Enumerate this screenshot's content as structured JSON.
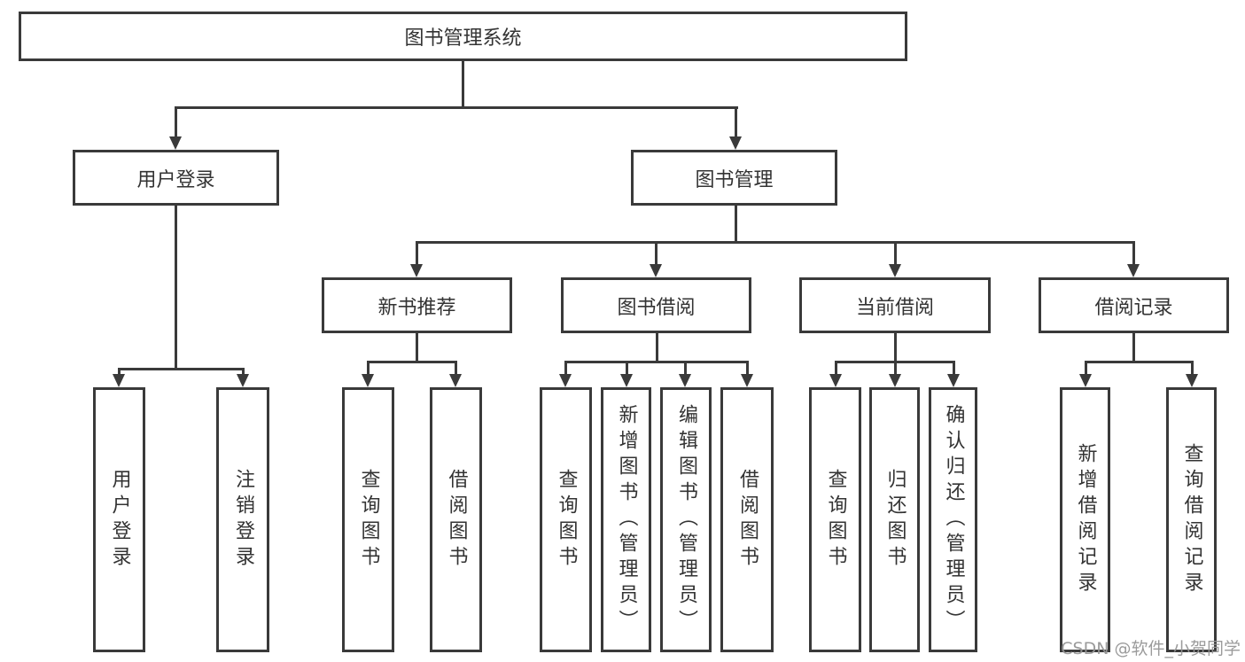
{
  "colors": {
    "line": "#3a3a3a",
    "text": "#333333",
    "background": "#ffffff",
    "watermark": "#969696"
  },
  "tree": {
    "label": "图书管理系统",
    "children": [
      {
        "label": "用户登录",
        "children": [
          {
            "label": "用户登录"
          },
          {
            "label": "注销登录"
          }
        ]
      },
      {
        "label": "图书管理",
        "children": [
          {
            "label": "新书推荐",
            "children": [
              {
                "label": "查询图书"
              },
              {
                "label": "借阅图书"
              }
            ]
          },
          {
            "label": "图书借阅",
            "children": [
              {
                "label": "查询图书"
              },
              {
                "label": "新增图书（管理员）"
              },
              {
                "label": "编辑图书（管理员）"
              },
              {
                "label": "借阅图书"
              }
            ]
          },
          {
            "label": "当前借阅",
            "children": [
              {
                "label": "查询图书"
              },
              {
                "label": "归还图书"
              },
              {
                "label": "确认归还（管理员）"
              }
            ]
          },
          {
            "label": "借阅记录",
            "children": [
              {
                "label": "新增借阅记录"
              },
              {
                "label": "查询借阅记录"
              }
            ]
          }
        ]
      }
    ]
  },
  "watermark": {
    "text": "CSDN @软件_小贺同学"
  }
}
